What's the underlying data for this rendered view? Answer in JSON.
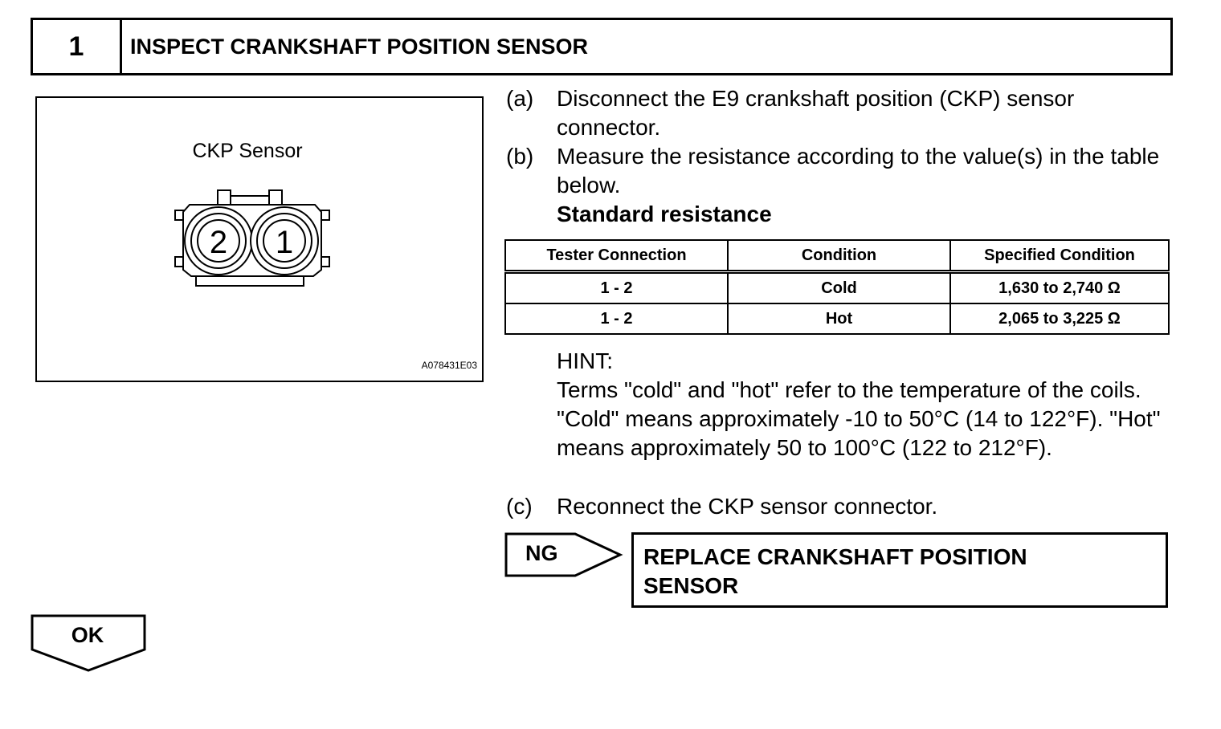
{
  "step": {
    "number": "1",
    "title": "INSPECT CRANKSHAFT POSITION SENSOR"
  },
  "figure": {
    "label": "CKP Sensor",
    "pin_left": "2",
    "pin_right": "1",
    "id": "A078431E03"
  },
  "instructions": [
    {
      "label": "(a)",
      "text": "Disconnect the E9 crankshaft position (CKP) sensor connector."
    },
    {
      "label": "(b)",
      "text": "Measure the resistance according to the value(s) in the table below."
    },
    {
      "label": "(c)",
      "text": "Reconnect the CKP sensor connector."
    }
  ],
  "standard_resistance": "Standard resistance",
  "table": {
    "headers": [
      "Tester Connection",
      "Condition",
      "Specified Condition"
    ],
    "rows": [
      [
        "1 - 2",
        "Cold",
        "1,630 to 2,740 Ω"
      ],
      [
        "1 - 2",
        "Hot",
        "2,065 to 3,225 Ω"
      ]
    ]
  },
  "hint": {
    "label": "HINT:",
    "text": "Terms \"cold\" and \"hot\" refer to the temperature of the coils. \"Cold\" means approximately -10 to 50°C (14 to 122°F). \"Hot\" means approximately 50 to 100°C (122 to 212°F)."
  },
  "ng": {
    "label": "NG",
    "action": "REPLACE CRANKSHAFT POSITION SENSOR"
  },
  "ok": {
    "label": "OK"
  }
}
